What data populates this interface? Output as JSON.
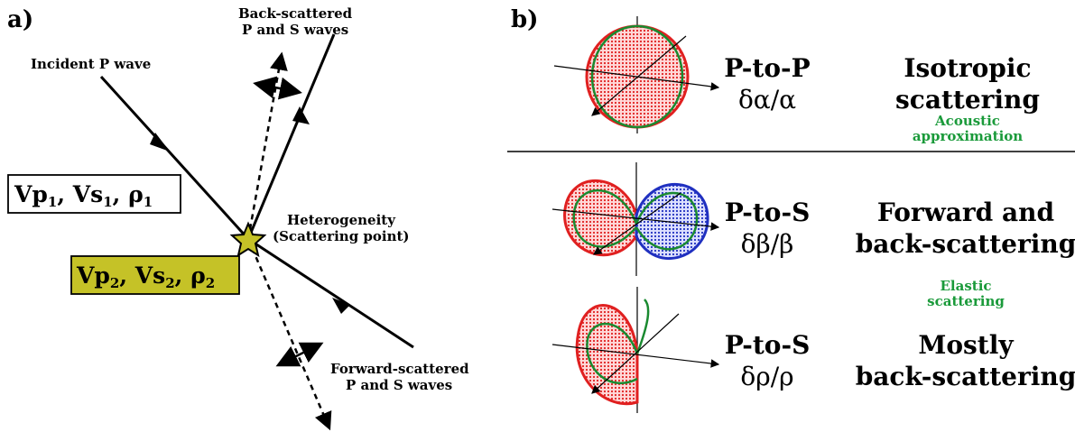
{
  "panel_a": {
    "label": "a)",
    "incident_label": "Incident P wave",
    "backscatter_label_1": "Back-scattered",
    "backscatter_label_2": "P and S waves",
    "forwardscatter_label_1": "Forward-scattered",
    "forwardscatter_label_2": "P and S waves",
    "heterogeneity_label_1": "Heterogeneity",
    "heterogeneity_label_2": "(Scattering point)",
    "medium1": {
      "vp": "Vp",
      "vs": "Vs",
      "rho": "ρ",
      "sub": "1"
    },
    "medium2": {
      "vp": "Vp",
      "vs": "Vs",
      "rho": "ρ",
      "sub": "2",
      "fill": "#c5c227"
    },
    "star_color": "#c5c227"
  },
  "panel_b": {
    "label": "b)",
    "rows": [
      {
        "mode": "P-to-P",
        "param": "δα/α",
        "description_1": "Isotropic",
        "description_2": "scattering",
        "lobe_colors": [
          "#e02020"
        ]
      },
      {
        "mode": "P-to-S",
        "param": "δβ/β",
        "description_1": "Forward and",
        "description_2": "back-scattering",
        "lobe_colors": [
          "#e02020",
          "#2030c0"
        ]
      },
      {
        "mode": "P-to-S",
        "param": "δρ/ρ",
        "description_1": "Mostly",
        "description_2": "back-scattering",
        "lobe_colors": [
          "#e02020"
        ]
      }
    ],
    "note_acoustic_1": "Acoustic",
    "note_acoustic_2": "approximation",
    "note_elastic_1": "Elastic",
    "note_elastic_2": "scattering",
    "note_color": "#1a9a3a",
    "green_line_color": "#1a8a30"
  }
}
